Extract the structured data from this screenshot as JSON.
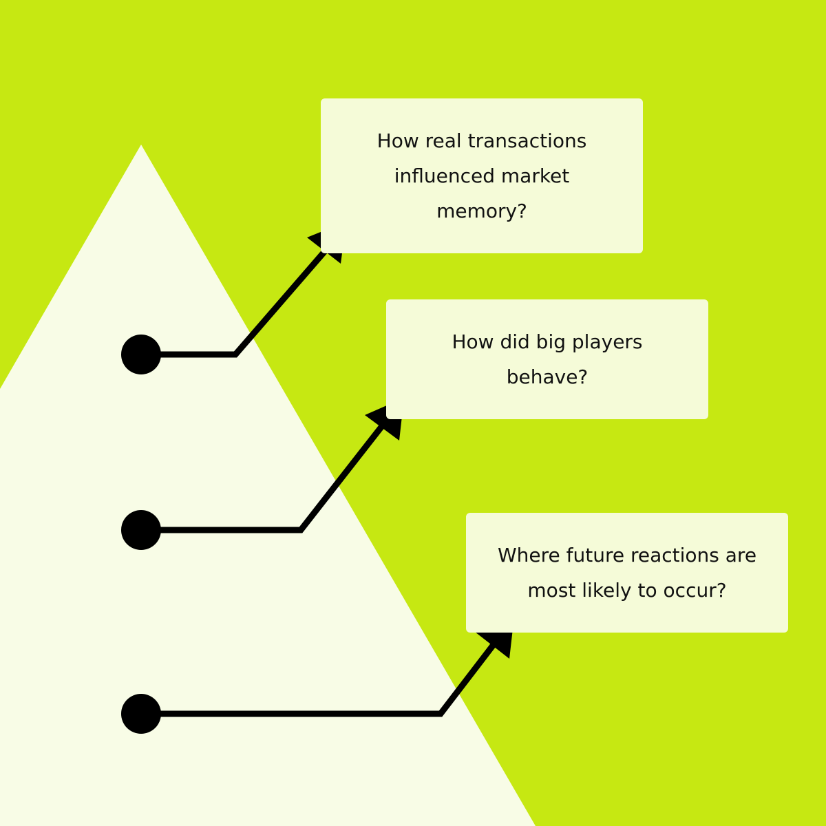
{
  "colors": {
    "background": "#C6E812",
    "triangle": "#F8FCE6",
    "box": "#F5FBD8",
    "arrow": "#000000"
  },
  "questions": [
    {
      "text": "How real transactions influenced market memory?"
    },
    {
      "text": "How did big players behave?"
    },
    {
      "text": "Where future reactions are most likely to occur?"
    }
  ]
}
